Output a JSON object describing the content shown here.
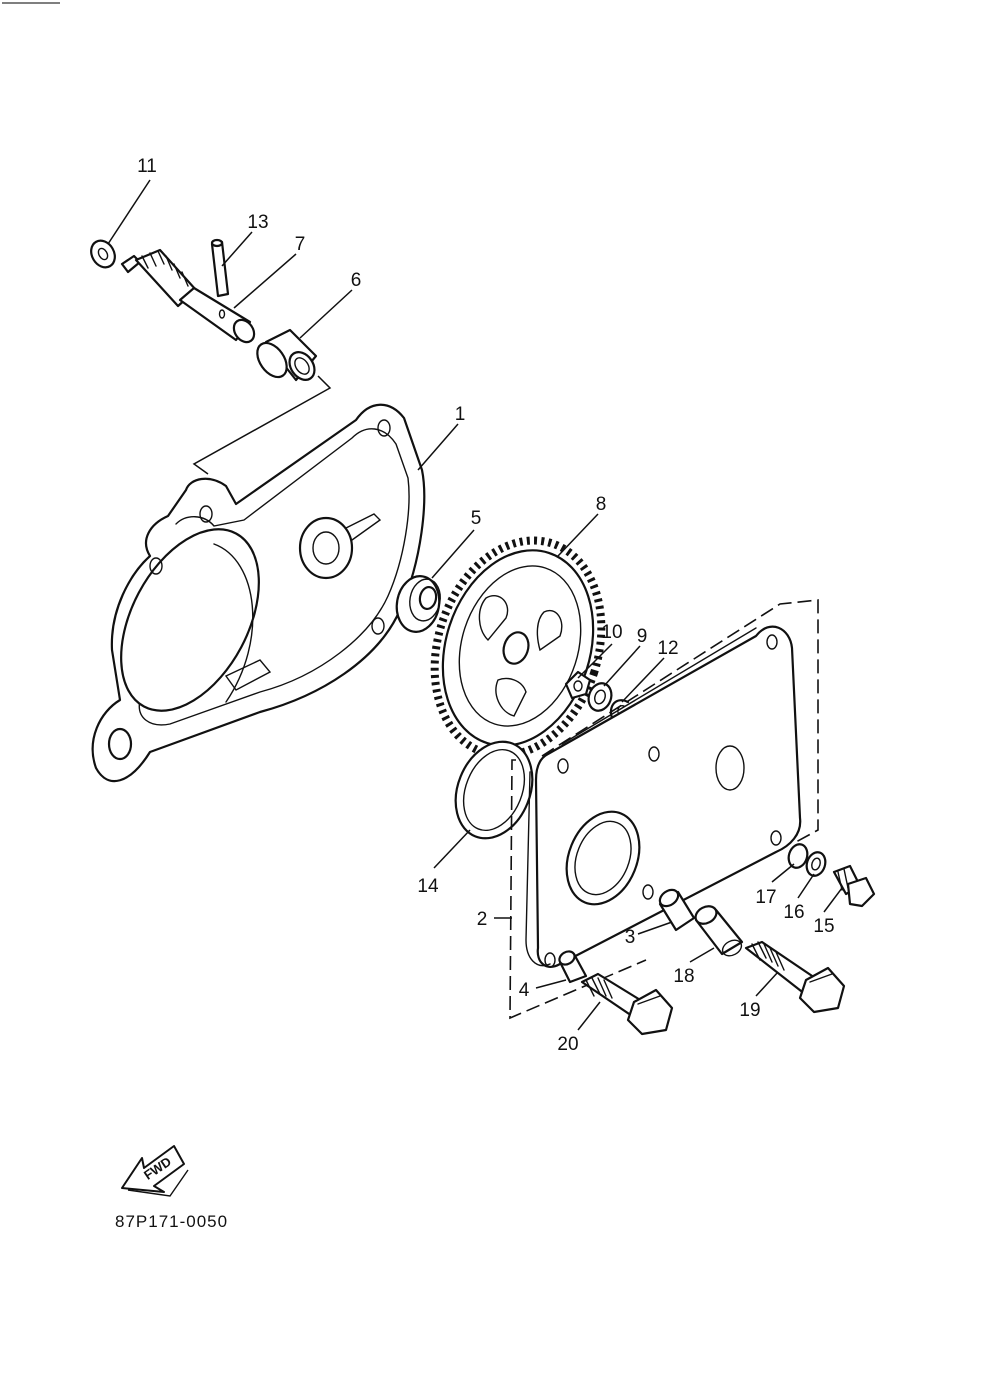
{
  "diagram": {
    "catalog_code": "87P171-0050",
    "fwd_label": "FWD",
    "callouts": [
      "1",
      "2",
      "3",
      "4",
      "5",
      "6",
      "7",
      "8",
      "9",
      "10",
      "11",
      "12",
      "13",
      "14",
      "15",
      "16",
      "17",
      "18",
      "19",
      "20"
    ]
  }
}
